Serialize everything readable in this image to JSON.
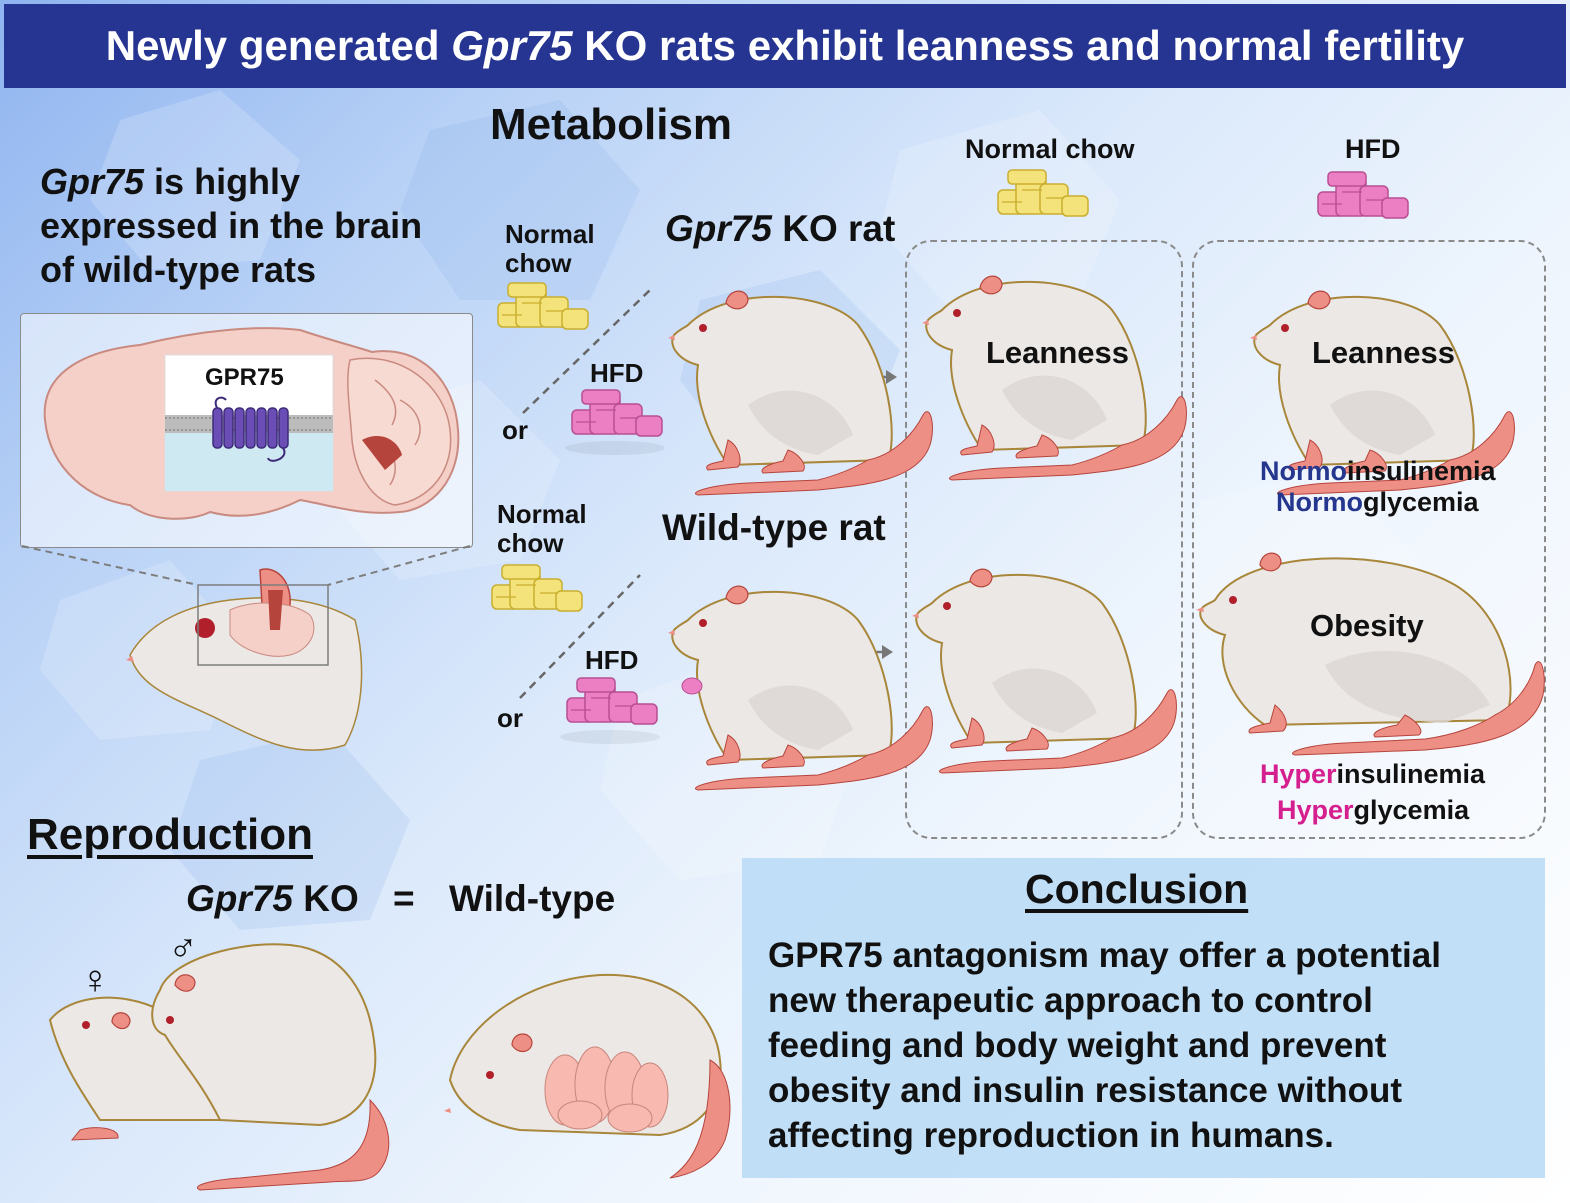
{
  "title": {
    "pre": "Newly generated ",
    "gene": "Gpr75",
    "post": " KO rats exhibit leanness and normal fertility"
  },
  "brain_panel": {
    "heading_gene": "Gpr75",
    "heading_line1_rest": " is highly",
    "heading_line2": "expressed in the brain",
    "heading_line3": "of wild-type rats",
    "receptor_label": "GPR75"
  },
  "metabolism": {
    "heading": "Metabolism",
    "diet_normal_line1": "Normal",
    "diet_normal_line2": "chow",
    "diet_hfd": "HFD",
    "or": "or",
    "ko_gene": "Gpr75",
    "ko_rest": " KO rat",
    "wt_label": "Wild-type rat",
    "col_normal": "Normal chow",
    "col_hfd": "HFD",
    "outcome_leanness": "Leanness",
    "outcome_obesity": "Obesity",
    "normo_prefix": "Normo",
    "hyper_prefix": "Hyper",
    "insulinemia": "insulinemia",
    "glycemia": "glycemia"
  },
  "reproduction": {
    "heading": "Reproduction",
    "ko_gene": "Gpr75",
    "ko_rest": " KO",
    "equals": "=",
    "wt": "Wild-type",
    "female_symbol": "♀",
    "male_symbol": "♂"
  },
  "conclusion": {
    "heading": "Conclusion",
    "line1": "GPR75 antagonism may offer a potential",
    "line2": "new therapeutic approach to control",
    "line3": "feeding and body weight and prevent",
    "line4": "obesity and insulin resistance without",
    "line5": "affecting reproduction in humans."
  },
  "colors": {
    "title_bar": "#263591",
    "normo": "#25368f",
    "hyper": "#d61f8f",
    "chow": "#f4e27a",
    "hfd": "#ec7fc3",
    "rat_body": "#ece8e6",
    "rat_outline": "#a8863a",
    "rat_pink": "#ee8f86"
  }
}
